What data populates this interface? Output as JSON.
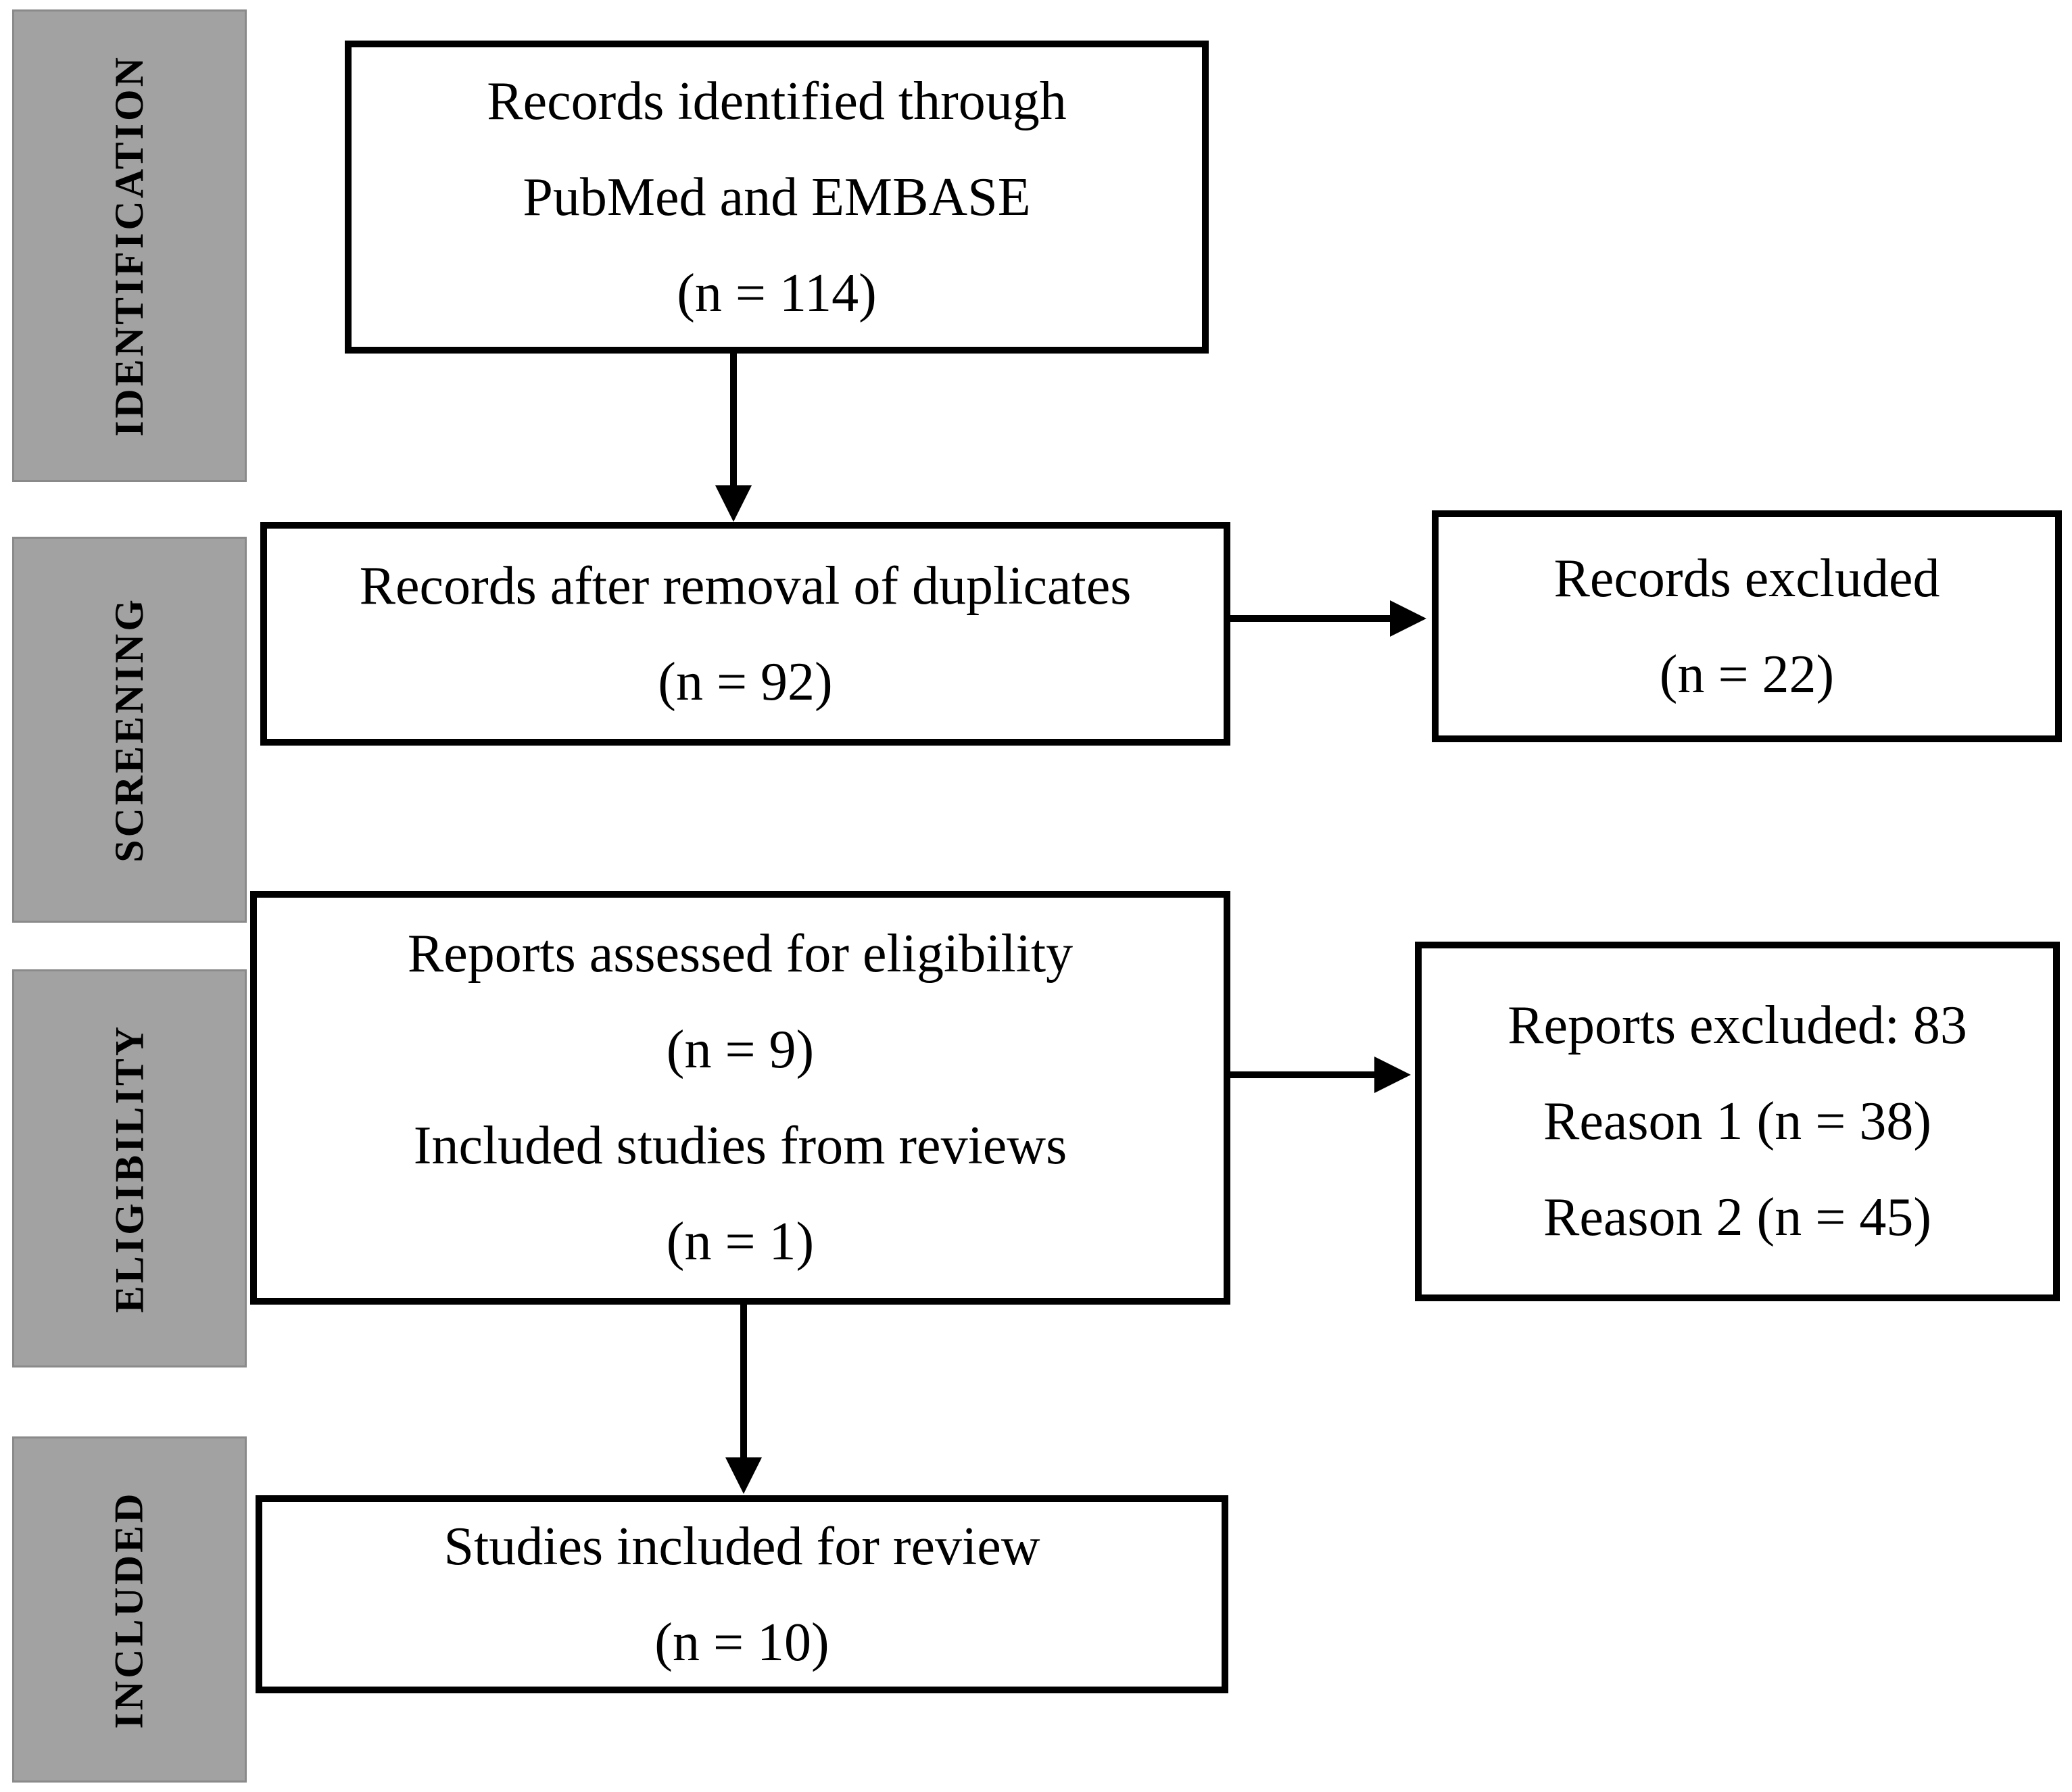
{
  "sidebar": {
    "stages": [
      "IDENTIFICATION",
      "SCREENING",
      "ELIGIBILITY",
      "INCLUDED"
    ],
    "fill_color": "#a2a2a2",
    "border_color": "#8a8a8a"
  },
  "boxes": {
    "identified": {
      "lines": [
        "Records identified through",
        "PubMed and EMBASE",
        "(n = 114)"
      ]
    },
    "deduplicated": {
      "lines": [
        "Records after removal of duplicates",
        "(n = 92)"
      ]
    },
    "records_excluded": {
      "lines": [
        "Records excluded",
        "(n = 22)"
      ]
    },
    "eligibility": {
      "lines": [
        "Reports assessed for eligibility",
        "(n = 9)",
        "Included studies from reviews",
        "(n = 1)"
      ]
    },
    "reports_excluded": {
      "lines": [
        "Reports excluded: 83",
        "Reason 1 (n = 38)",
        "Reason 2 (n = 45)"
      ]
    },
    "included": {
      "lines": [
        "Studies included for review",
        "(n = 10)"
      ]
    }
  },
  "colors": {
    "box_border": "#000000",
    "text": "#000000",
    "arrow": "#000000",
    "background": "#ffffff"
  }
}
